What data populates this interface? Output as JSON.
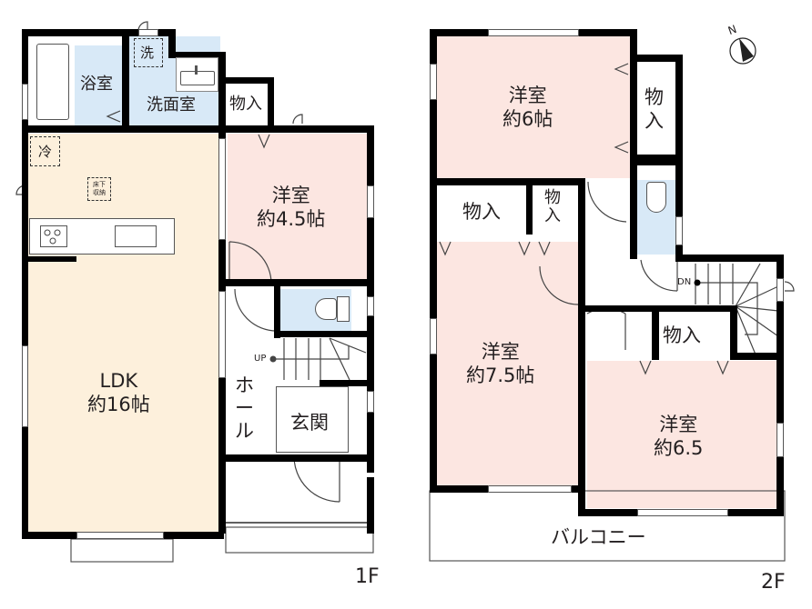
{
  "floors": [
    {
      "id": "1F",
      "label": "1F",
      "rooms": [
        {
          "name": "bath",
          "label": "浴室"
        },
        {
          "name": "washroom",
          "label": "洗面室"
        },
        {
          "name": "storage-1f",
          "label": "物入"
        },
        {
          "name": "western-room-1f",
          "line1": "洋室",
          "line2": "約4.5帖"
        },
        {
          "name": "ldk",
          "line1": "LDK",
          "line2": "約16帖"
        },
        {
          "name": "hall",
          "label": "ホール",
          "chars": [
            "ホ",
            "ー",
            "ル"
          ]
        },
        {
          "name": "entrance",
          "label": "玄関"
        }
      ],
      "symbols": {
        "washer": "洗",
        "fridge": "冷",
        "underfloor_storage_line1": "床下",
        "underfloor_storage_line2": "収納",
        "stairs": "UP"
      }
    },
    {
      "id": "2F",
      "label": "2F",
      "rooms": [
        {
          "name": "western-room-6",
          "line1": "洋室",
          "line2": "約6帖"
        },
        {
          "name": "storage-a",
          "chars": [
            "物",
            "入"
          ]
        },
        {
          "name": "storage-b",
          "label": "物入"
        },
        {
          "name": "storage-c",
          "chars": [
            "物",
            "入"
          ]
        },
        {
          "name": "western-room-7-5",
          "line1": "洋室",
          "line2": "約7.5帖"
        },
        {
          "name": "storage-d",
          "label": "物入"
        },
        {
          "name": "western-room-6-5",
          "line1": "洋室",
          "line2": "約6.5"
        },
        {
          "name": "balcony",
          "label": "バルコニー"
        }
      ],
      "symbols": {
        "stairs": "DN"
      }
    }
  ],
  "compass": {
    "label": "N"
  },
  "colors": {
    "ldk": "#fdf0dc",
    "wet": "#d8e9f7",
    "room": "#fce6e1",
    "wall": "#000000"
  }
}
